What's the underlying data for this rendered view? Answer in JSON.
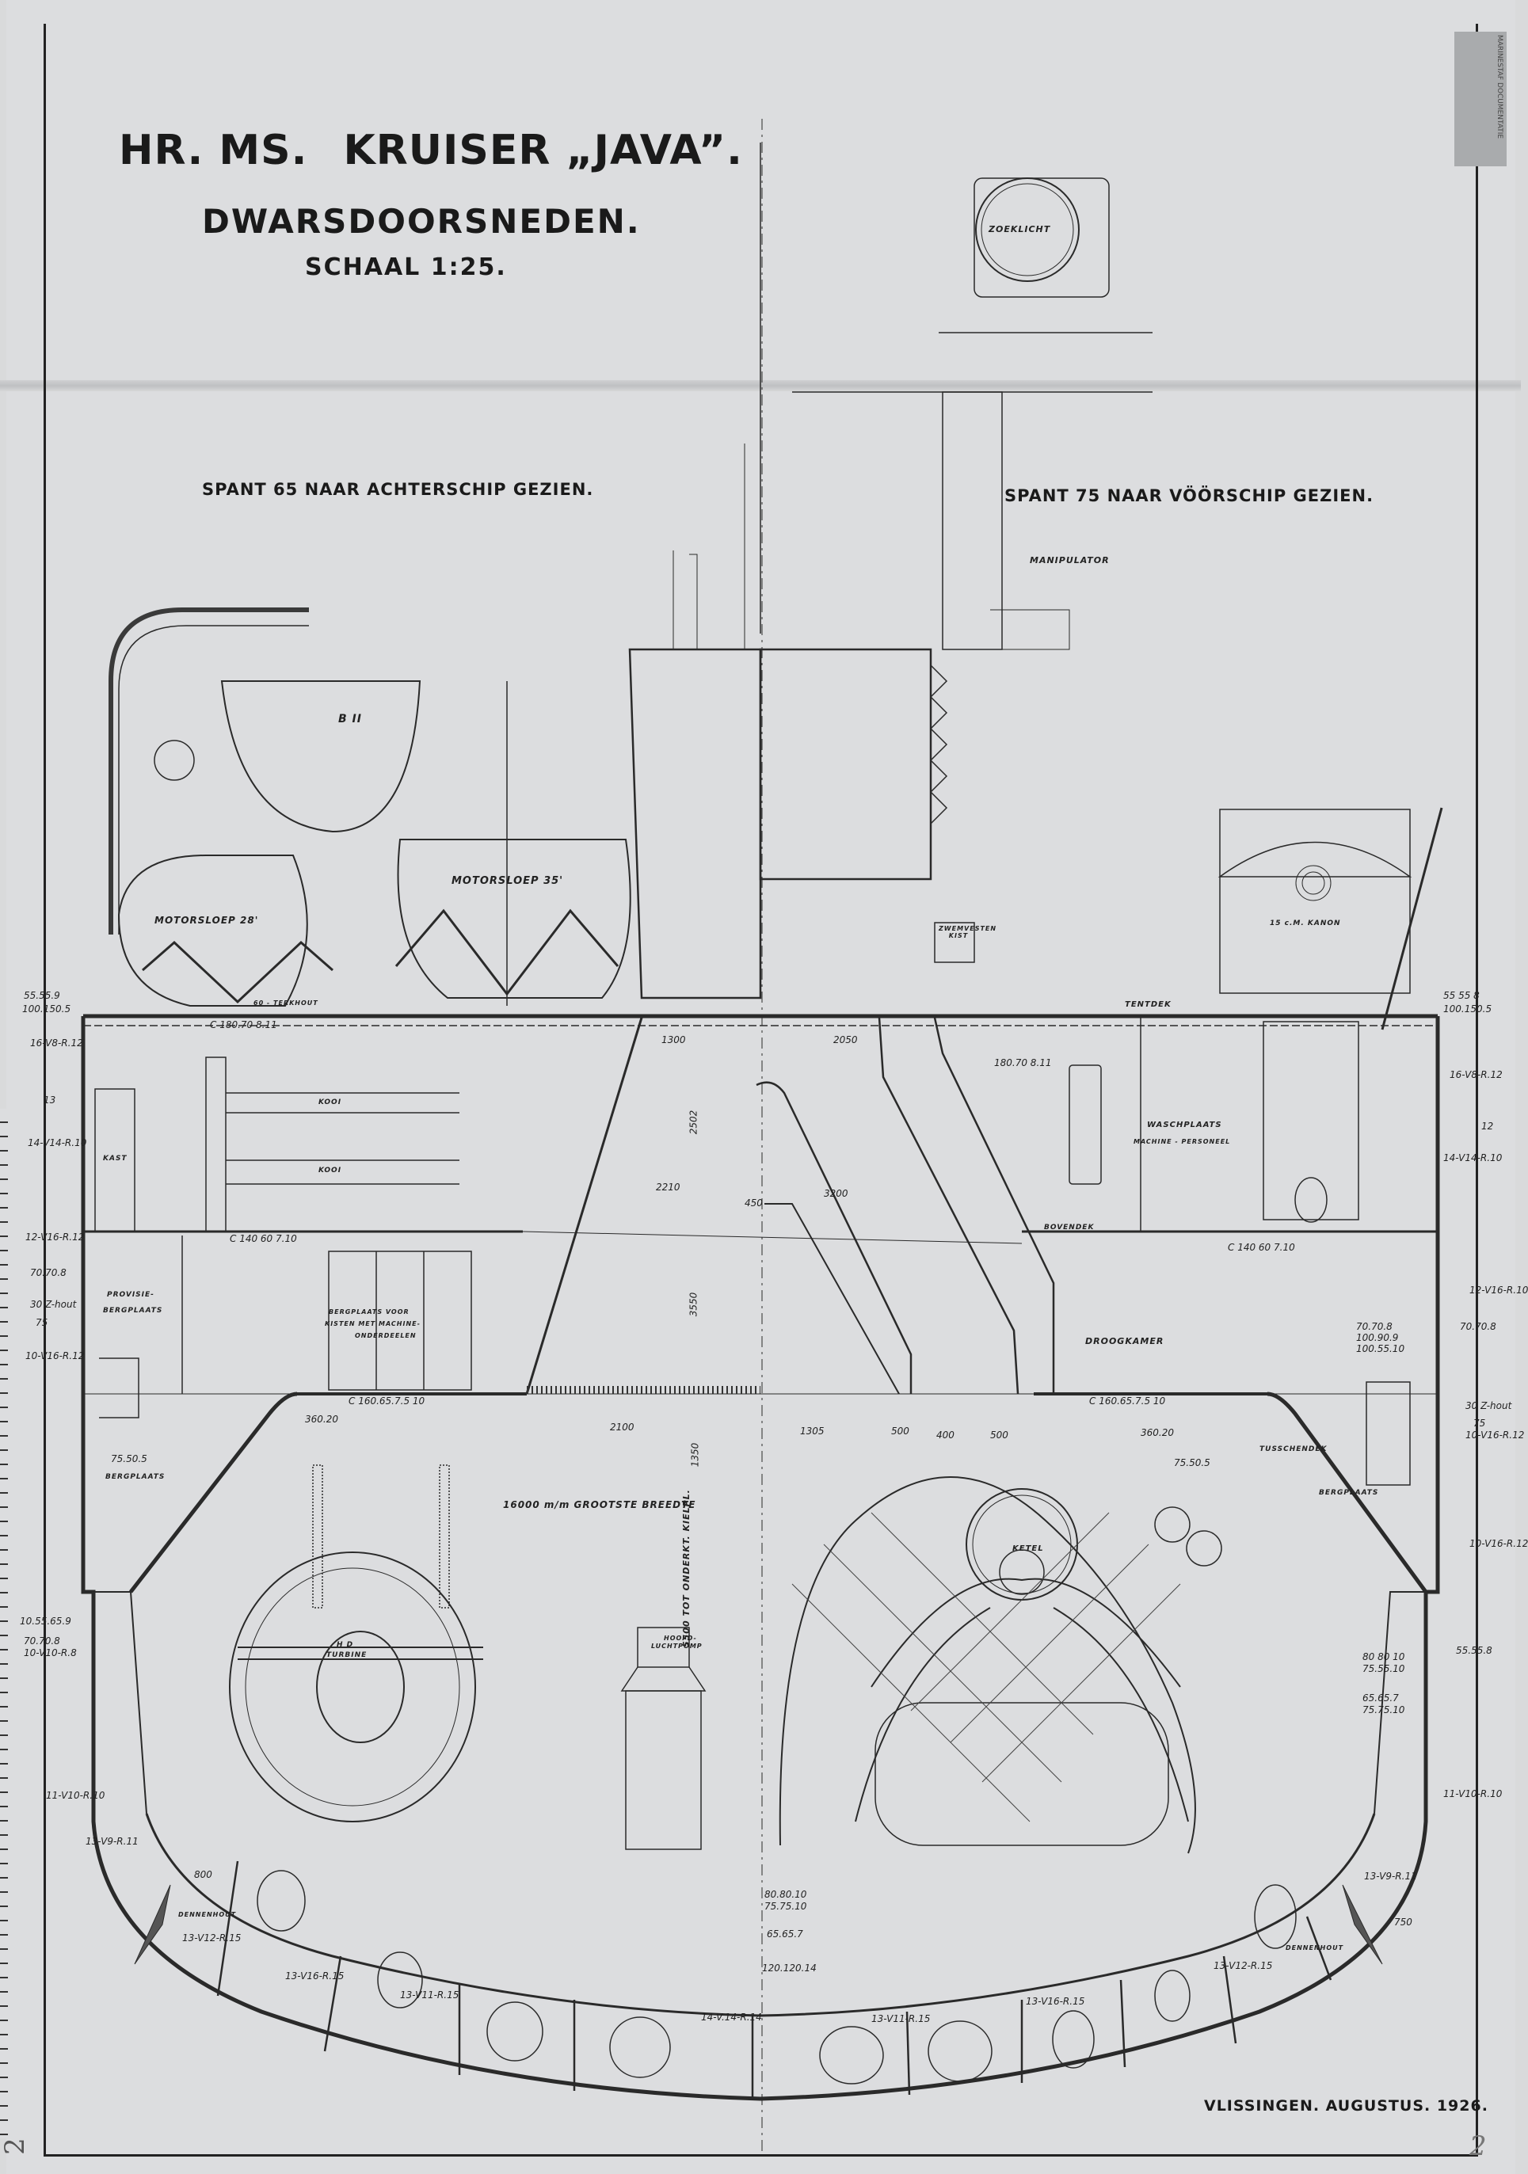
{
  "title": {
    "line1_prefix": "HR. MS.",
    "line1_main": "KRUISER „JAVA”.",
    "line2": "DWARSDOORSNEDEN.",
    "line3": "SCHAAL 1:25."
  },
  "sections": {
    "left": "SPANT 65 NAAR ACHTERSCHIP GEZIEN.",
    "right": "SPANT 75 NAAR VÖÖRSCHIP GEZIEN."
  },
  "labels": {
    "zoeklicht": "ZOEKLICHT",
    "manipulator": "MANIPULATOR",
    "boat_b2": "B II",
    "motorsloep_28": "MOTORSLOEP 28'",
    "motorsloep_35": "MOTORSLOEP 35'",
    "terkhout": "60 - TERKHOUT",
    "kanon": "15 c.M. KANON",
    "zwemvesten_kist": "ZWEMVESTEN KIST",
    "tentdek": "TENTDEK",
    "kooi_1": "KOOI",
    "kooi_2": "KOOI",
    "kast": "KAST",
    "waschplaats": "WASCHPLAATS",
    "machine_personeel": "MACHINE - PERSONEEL",
    "bovendek": "BOVENDEK",
    "provisie_bergplaats_1": "PROVISIE-",
    "provisie_bergplaats_2": "BERGPLAATS",
    "bergplaats_voor_1": "BERGPLAATS VOOR",
    "bergplaats_voor_2": "KISTEN MET MACHINE-",
    "bergplaats_voor_3": "ONDERDEELEN",
    "droogkamer": "DROOGKAMER",
    "tusschendek": "TUSSCHENDEK",
    "bergplaats_left": "BERGPLAATS",
    "bergplaats_right": "BERGPLAATS",
    "breedte": "16000 m/m GROOTSTE BREEDTE",
    "kielplaat": "5500 TOT ONDERKT. KIELPL.",
    "hd_turbine_1": "H D",
    "hd_turbine_2": "TURBINE",
    "hoofdluchtpomp_1": "HOOFD-",
    "hoofdluchtpomp_2": "LUCHTPOMP",
    "ketel": "KETEL",
    "dennenhout_left": "DENNENHOUT",
    "dennenhout_right": "DENNENHOUT"
  },
  "dimensions": {
    "d1300": "1300",
    "d2050": "2050",
    "d2210": "2210",
    "d2502": "2502",
    "d3200": "3200",
    "d450": "450",
    "d2100": "2100",
    "d1350": "1350",
    "d1305": "1305",
    "d500a": "500",
    "d400": "400",
    "d500b": "500",
    "d3550": "3550",
    "beam_upper": "C 180.70 8.11",
    "beam_mid_left": "C 140 60 7.10",
    "beam_mid_right": "C 140 60 7.10",
    "beam_low_left": "C 160.65.7.5 10",
    "beam_low_right": "C 160.65.7.5 10",
    "crane_beam": "180.70 8.11",
    "s_360_20_l": "360.20",
    "s_360_20_r": "360.20",
    "l_55_55_9": "55.55.9",
    "l_100_150_5": "100.150.5",
    "l_16_v8_r12": "16-V8-R.12",
    "l_13": "13",
    "l_14_v14_r10": "14-V14-R.10",
    "l_12_v16_r12": "12-V16-R.12",
    "l_70_70_8": "70.70.8",
    "l_30_z_hout": "30 Z-hout",
    "l_75": "75",
    "l_10_v16_r12": "10-V16-R.12",
    "l_10_55_65_9": "10.55.65.9",
    "l_70_70_8b": "70.70.8",
    "l_10_v10_r8": "10-V10-R.8",
    "l_11_v10_r10": "11-V10-R.10",
    "l_13_v9_r11": "13-V9-R.11",
    "l_13_v12_r15": "13-V12-R.15",
    "l_13_v16_r15": "13-V16-R.15",
    "l_13_v11_r15": "13-V11-R.15",
    "l_14_v14_r14": "14-V.14-R.14",
    "r_55_55_8": "55 55 8",
    "r_100_150_5": "100.150.5",
    "r_16_v8_r12": "16-V8-R.12",
    "r_12": "12",
    "r_14_v14_r10": "14-V14-R.10",
    "r_12_v16_r10": "12-V16-R.10",
    "r_70_70_8": "70.70.8",
    "r_70_70_8b": "70.70.8",
    "r_100_90_9": "100.90.9",
    "r_100_55_10": "100.55.10",
    "r_30_z_hout": "30 Z-hout",
    "r_75": "75",
    "r_10_v16_r12": "10-V16-R.12",
    "r_80_80_10": "80.80.10",
    "r_75_75_10": "75.75.10",
    "r_65_65_7": "65.65.7",
    "r_120_120_14": "120.120.14",
    "r_13_v9_r11": "13-V9-R.11",
    "r_13_v12_r15": "13-V12-R.15",
    "r_13_v16_r15": "13-V16-R.15",
    "r_13_v11_r15": "13-V11-R.15",
    "r_14_v14_r14": "14-V.14-R.14",
    "r_11_v10_r10": "11-V10-R.10",
    "r_80_80_10b": "80 80 10",
    "r_75_55_10": "75.55.10",
    "r_65_65_7a": "65.65.7",
    "r_65_65_7b": "65.65.7",
    "r_65_65_7c": "65.65.7",
    "angle_65_65_7": "65.65.7",
    "angle_75_75_10": "75.75.10",
    "l_55_55_8": "55.55.8",
    "l_75_50_5": "75.50.5",
    "r_65_65_7d": "65.65.7",
    "r_75_50_5": "75.50.5",
    "d_800": "800",
    "d_750": "750"
  },
  "footer": {
    "place_date": "VLISSINGEN. AUGUSTUS. 1926.",
    "sheet_number": "2",
    "left_mark": "2"
  },
  "stamp": {
    "text": "MARINESTAF DOCUMENTATIE"
  }
}
